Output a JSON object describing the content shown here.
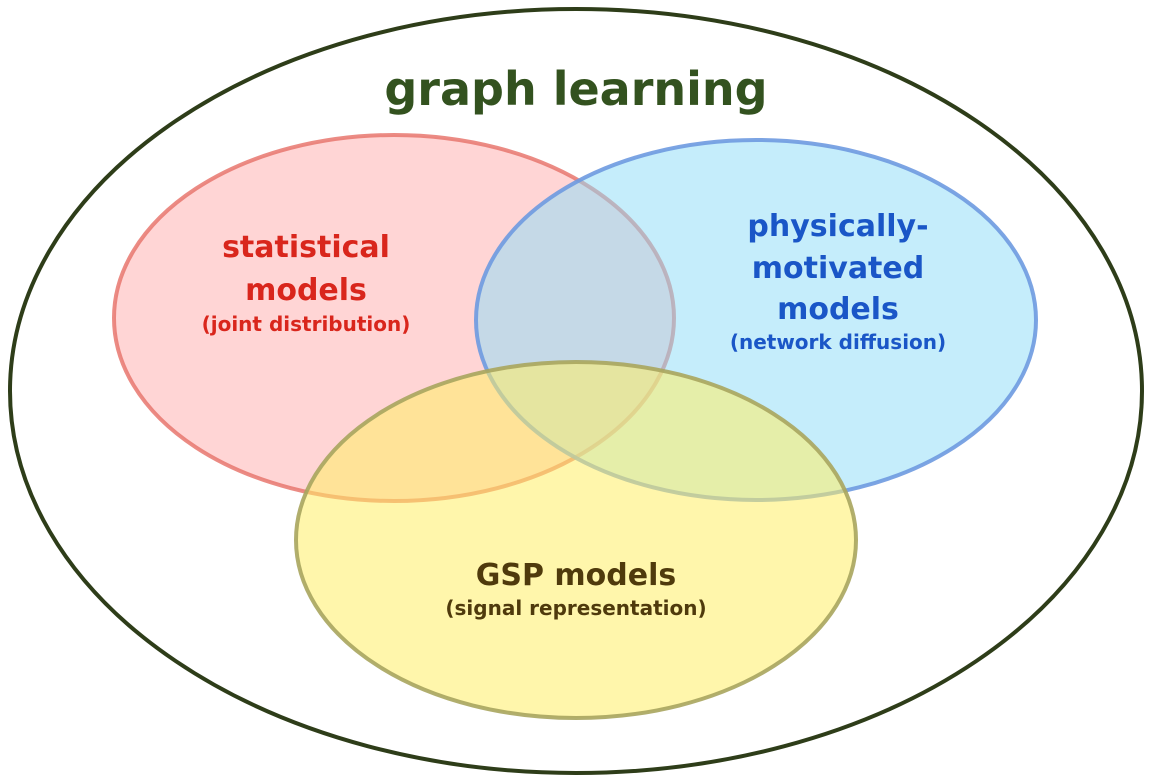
{
  "diagram": {
    "outer": {
      "title": "graph learning",
      "stroke": "#2e3d19",
      "title_color": "#33521f"
    },
    "statistical": {
      "line1": "statistical",
      "line2": "models",
      "sub": "(joint distribution)",
      "fill": "#ff9a9a",
      "stroke": "#e8776f",
      "text_color": "#d9261c"
    },
    "physical": {
      "line1": "physically-",
      "line2": "motivated",
      "line3": "models",
      "sub": "(network diffusion)",
      "fill": "#8fdcf7",
      "stroke": "#6e9ae0",
      "text_color": "#1a56c7"
    },
    "gsp": {
      "line1": "GSP models",
      "sub": "(signal representation)",
      "fill": "#ffee66",
      "stroke": "#a8a55e",
      "text_color": "#4f3a0c"
    }
  }
}
